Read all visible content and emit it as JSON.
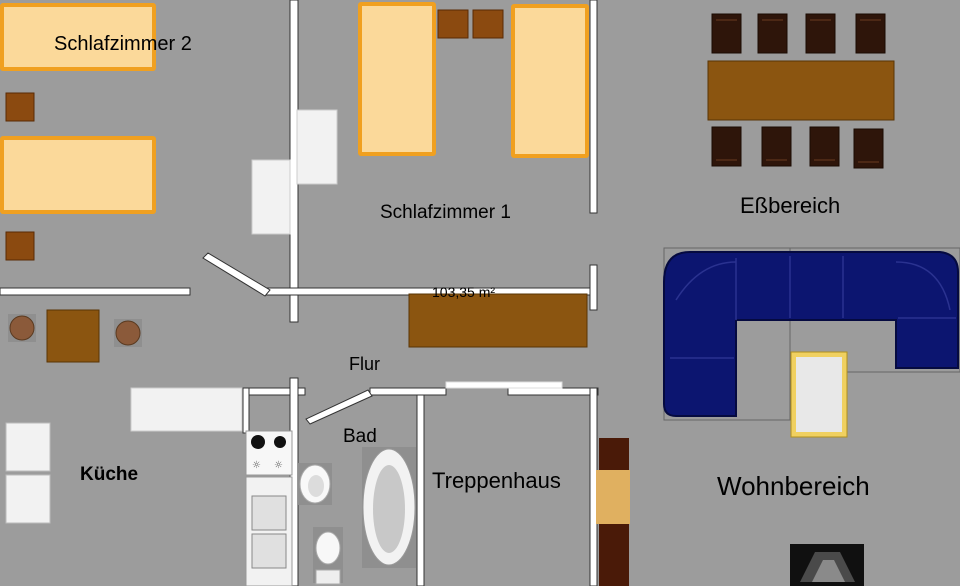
{
  "rooms": {
    "schlafzimmer2": "Schlafzimmer 2",
    "schlafzimmer1": "Schlafzimmer 1",
    "essbereich": "Eßbereich",
    "flur": "Flur",
    "bad": "Bad",
    "kueche": "Küche",
    "treppenhaus": "Treppenhaus",
    "wohnbereich": "Wohnbereich"
  },
  "area_label": "103,35 m²",
  "colors": {
    "floor": "#9c9c9c",
    "wall": "#ffffff",
    "wood": "#8b5510",
    "mattress": "#fbd99a",
    "bed_frame": "#f0a020",
    "sofa": "#0c1570",
    "chair": "#2e150a",
    "appliance": "#f2f2f2"
  }
}
